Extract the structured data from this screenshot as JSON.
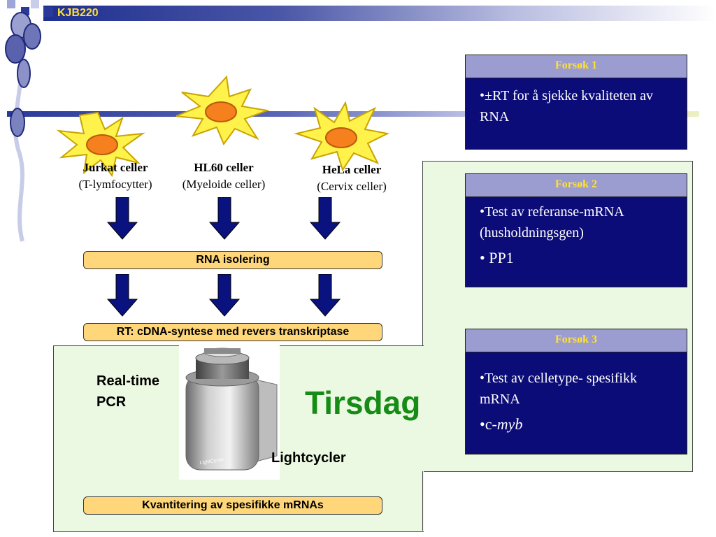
{
  "header": {
    "title": "KJB220"
  },
  "cells": [
    {
      "name": "Jurkat celler",
      "type": "(T-lymfocytter)"
    },
    {
      "name": "HL60 celler",
      "type": "(Myeloide celler)"
    },
    {
      "name": "HeLa celler",
      "type": "(Cervix celler)"
    }
  ],
  "process": {
    "rna_isolation": "RNA isolering",
    "rt": "RT: cDNA-syntese med revers transkriptase",
    "quant": "Kvantitering av spesifikke mRNAs"
  },
  "realtime": {
    "line1": "Real-time",
    "line2": "PCR"
  },
  "lightcycler_label": "Lightcycler",
  "device_label": "LightCycler",
  "day": "Tirsdag",
  "forsok": [
    {
      "title": "Forsøk 1",
      "body": "•±RT for å sjekke kvaliteten av RNA"
    },
    {
      "title": "Forsøk 2",
      "body": "•Test av referanse-mRNA (husholdningsgen)",
      "item_bullet": "• ",
      "item": "PP1"
    },
    {
      "title": "Forsøk 3",
      "body": "•Test av celletype- spesifikk mRNA",
      "item_bullet": "•c-",
      "item": "myb"
    }
  ],
  "colors": {
    "header_bar": "#1f2f8f",
    "forsok_head": "#9b9cd0",
    "forsok_body": "#0c0c78",
    "forsok_title_text": "#ffe135",
    "green_panel": "#ecf9e2",
    "process_bar": "#ffd77a",
    "tirsdag": "#168c16",
    "arrow": "#0a1280",
    "cell_body": "#fff24a",
    "nucleus": "#f7801e"
  }
}
